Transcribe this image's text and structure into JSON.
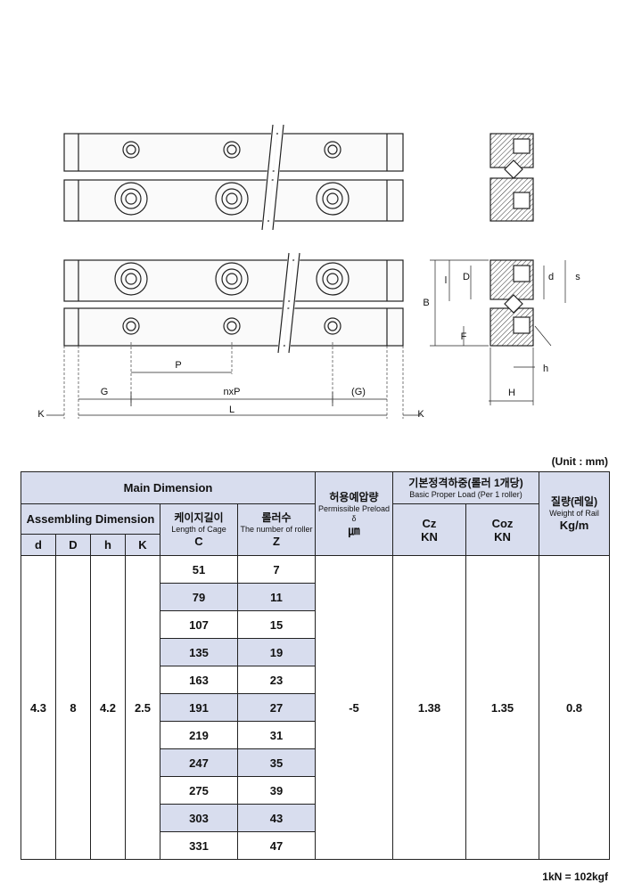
{
  "drawing": {
    "labels": {
      "P": "P",
      "G": "G",
      "nxP": "nxP",
      "G_paren": "(G)",
      "K_left": "K",
      "K_right": "K",
      "L0": "L",
      "l": "l",
      "D": "D",
      "d": "d",
      "s": "s",
      "B": "B",
      "F": "F",
      "h": "h",
      "H": "H"
    }
  },
  "unit_note": "(Unit : mm)",
  "footnote": "1kN = 102kgf",
  "table": {
    "main_dimension": "Main Dimension",
    "assembling": "Assembling Dimension",
    "cage_ko": "케이지길이",
    "cage_en": "Length of Cage",
    "cage_sym": "C",
    "roller_ko": "롤러수",
    "roller_en": "The number of roller",
    "roller_sym": "Z",
    "preload_ko": "허용예압량",
    "preload_en": "Permissible Preload",
    "preload_sym": "δ",
    "preload_unit": "㎛",
    "load_ko": "기본정격하중(롤러 1개당)",
    "load_en": "Basic Proper Load (Per 1 roller)",
    "cz": "Cz",
    "coz": "Coz",
    "kn": "KN",
    "weight_ko": "질량(레일)",
    "weight_en": "Weight of Rail",
    "weight_unit": "Kg/m",
    "col_d": "d",
    "col_D": "D",
    "col_h": "h",
    "col_K": "K",
    "values": {
      "d": "4.3",
      "D": "8",
      "h": "4.2",
      "K": "2.5",
      "preload": "-5",
      "cz": "1.38",
      "coz": "1.35",
      "weight": "0.8"
    },
    "rows": [
      {
        "c": "51",
        "z": "7"
      },
      {
        "c": "79",
        "z": "11"
      },
      {
        "c": "107",
        "z": "15"
      },
      {
        "c": "135",
        "z": "19"
      },
      {
        "c": "163",
        "z": "23"
      },
      {
        "c": "191",
        "z": "27"
      },
      {
        "c": "219",
        "z": "31"
      },
      {
        "c": "247",
        "z": "35"
      },
      {
        "c": "275",
        "z": "39"
      },
      {
        "c": "303",
        "z": "43"
      },
      {
        "c": "331",
        "z": "47"
      }
    ]
  }
}
